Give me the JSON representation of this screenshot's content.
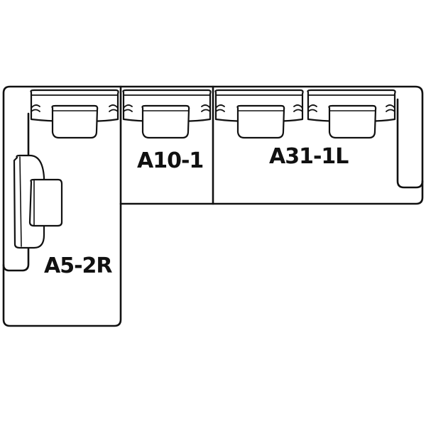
{
  "diagram": {
    "type": "sectional-sofa-layout",
    "modules": [
      {
        "id": "left-chaise",
        "label": "A5-2R",
        "pillows": 2
      },
      {
        "id": "middle-seat",
        "label": "A10-1",
        "pillows": 1
      },
      {
        "id": "right-loveseat",
        "label": "A31-1L",
        "pillows": 2
      }
    ],
    "colors": {
      "stroke": "#111111",
      "background": "#ffffff"
    }
  }
}
